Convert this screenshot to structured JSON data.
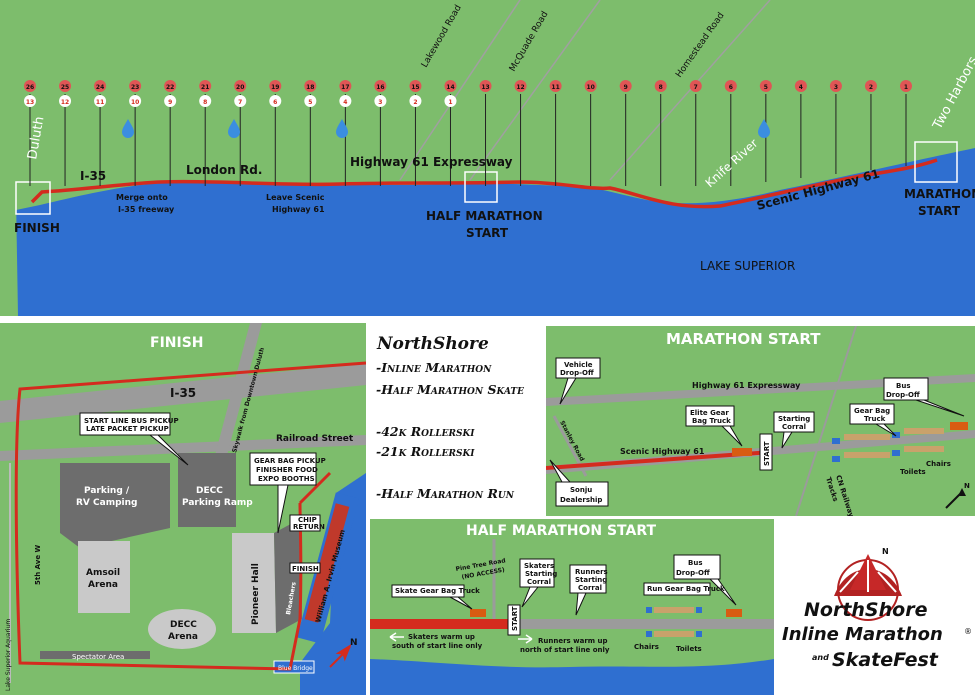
{
  "route": {
    "place_labels": {
      "duluth": "Duluth",
      "two_harbors": "Two Harbors",
      "lake": "LAKE SUPERIOR",
      "knife_river": "Knife River"
    },
    "road_labels": {
      "i35": "I-35",
      "london": "London Rd.",
      "hwy61": "Highway 61 Expressway",
      "scenic": "Scenic Highway 61",
      "lakewood": "Lakewood Road",
      "mcquade": "McQuade Road",
      "homestead": "Homestead Road"
    },
    "annotations": {
      "merge_line1": "Merge onto",
      "merge_line2": "I-35 freeway",
      "leave_line1": "Leave Scenic",
      "leave_line2": "Highway 61",
      "half_start_line1": "HALF MARATHON",
      "half_start_line2": "START",
      "marathon_start_line1": "MARATHON",
      "marathon_start_line2": "START",
      "finish": "FINISH"
    },
    "mile_markers_top": [
      "26",
      "25",
      "24",
      "23",
      "22",
      "21",
      "20",
      "19",
      "18",
      "17",
      "16",
      "15",
      "14",
      "13",
      "12",
      "11",
      "10",
      "9",
      "8",
      "7",
      "6",
      "5",
      "4",
      "3",
      "2",
      "1"
    ],
    "mile_markers_bottom": [
      "13",
      "12",
      "11",
      "10",
      "9",
      "8",
      "7",
      "6",
      "5",
      "4",
      "3",
      "2",
      "1"
    ]
  },
  "finish_map": {
    "title": "FINISH",
    "i35": "I-35",
    "railroad": "Railroad Street",
    "skywalk": "Skywalk from Downtown Duluth",
    "parking_rv": [
      "Parking /",
      "RV Camping"
    ],
    "decc_ramp": [
      "DECC",
      "Parking Ramp"
    ],
    "amsoil": [
      "Amsoil",
      "Arena"
    ],
    "decc_arena": [
      "DECC",
      "Arena"
    ],
    "pioneer": "Pioneer Hall",
    "bleachers": "Bleachers",
    "irvin": "William A. Irvin Museum",
    "fifth_ave": "5th Ave W",
    "aquarium": "Lake Superior Aquarium",
    "spectator": "Spectator Area",
    "blue_bridge": "Blue Bridge",
    "bus_callout": [
      "START LINE BUS PICKUP",
      "LATE PACKET PICKUP"
    ],
    "gear_callout": [
      "GEAR BAG PICKUP",
      "FINISHER FOOD",
      "EXPO BOOTHS"
    ],
    "chip_return": [
      "CHIP",
      "RETURN"
    ],
    "finish_label": "FINISH",
    "north": "N"
  },
  "legend": {
    "title": "NorthShore",
    "items": [
      "-Inline Marathon",
      "-Half Marathon Skate",
      "-42k Rollerski",
      "-21k Rollerski",
      "-Half Marathon Run"
    ]
  },
  "marathon_start": {
    "title": "MARATHON START",
    "vehicle_dropoff": [
      "Vehicle",
      "Drop-Off"
    ],
    "hwy61": "Highway 61 Expressway",
    "stanley": "Stanley Road",
    "scenic": "Scenic Highway 61",
    "elite_gear": [
      "Elite Gear",
      "Bag Truck"
    ],
    "start": "START",
    "starting_corral": [
      "Starting",
      "Corral"
    ],
    "bus_dropoff": [
      "Bus",
      "Drop-Off"
    ],
    "gear_truck": [
      "Gear Bag",
      "Truck"
    ],
    "toilets": "Toilets",
    "chairs": "Chairs",
    "cn_railway": [
      "CN Railway",
      "Tracks"
    ],
    "sonju": [
      "Sonju",
      "Dealership"
    ],
    "north": "N"
  },
  "half_start": {
    "title": "HALF MARATHON START",
    "pine_tree": [
      "Pine Tree Road",
      "(NO ACCESS)"
    ],
    "skaters_corral": [
      "Skaters",
      "Starting",
      "Corral"
    ],
    "runners_corral": [
      "Runners",
      "Starting",
      "Corral"
    ],
    "bus_dropoff": [
      "Bus",
      "Drop-Off"
    ],
    "skate_gear": "Skate Gear Bag Truck",
    "run_gear": "Run Gear Bag Truck",
    "start": "START",
    "skaters_warm": [
      "Skaters warm up",
      "south of start line only"
    ],
    "runners_warm": [
      "Runners warm up",
      "north of start line only"
    ],
    "chairs": "Chairs",
    "toilets": "Toilets"
  },
  "logo": {
    "line1": "NorthShore",
    "line2": "Inline Marathon",
    "line3": "and",
    "line4": "SkateFest",
    "reg": "®",
    "north": "N"
  },
  "colors": {
    "grass": "#7dbd6c",
    "water": "#2f6fd0",
    "route": "#d42b1e",
    "road": "#9b9b9b",
    "building": "#6d6d6d",
    "light_building": "#c9c9c9",
    "orange": "#d85c12"
  }
}
